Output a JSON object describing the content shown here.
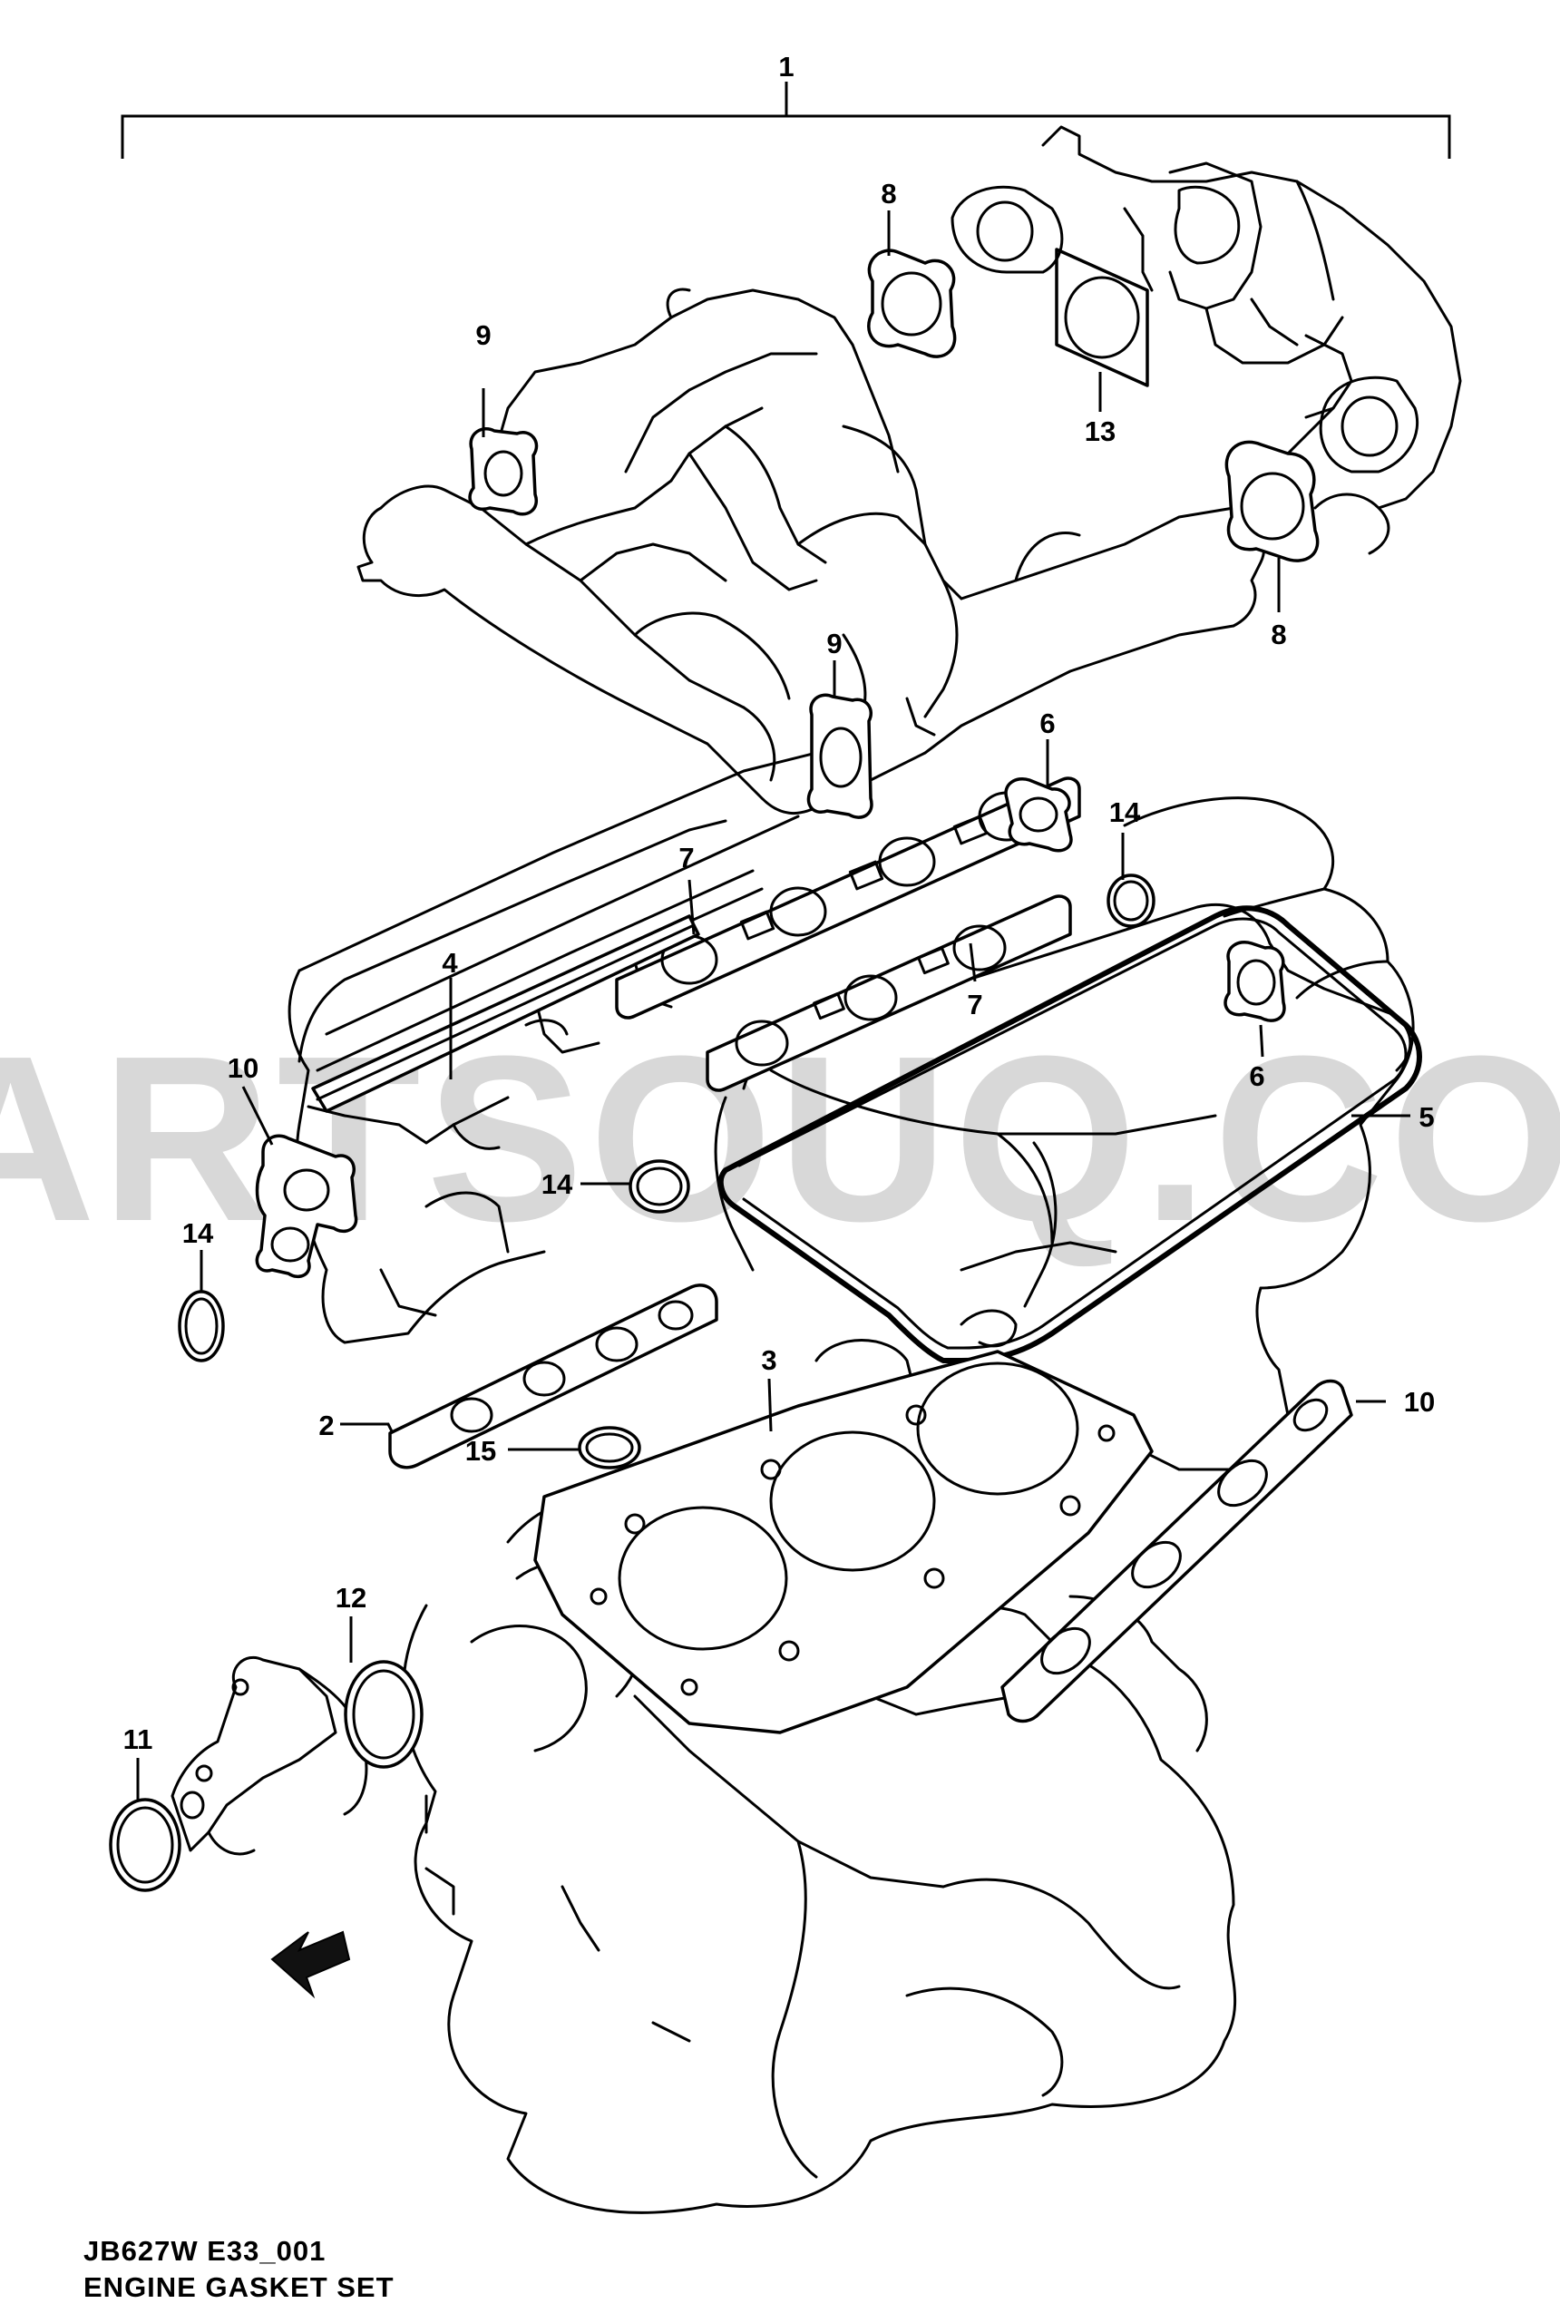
{
  "watermark": "PARTSOUQ.COM",
  "drawing_code": "JB627W E33_001",
  "title": "ENGINE GASKET SET",
  "callouts": [
    {
      "id": "c1",
      "label": "1"
    },
    {
      "id": "c8a",
      "label": "8"
    },
    {
      "id": "c9a",
      "label": "9"
    },
    {
      "id": "c13",
      "label": "13"
    },
    {
      "id": "c8b",
      "label": "8"
    },
    {
      "id": "c9b",
      "label": "9"
    },
    {
      "id": "c6a",
      "label": "6"
    },
    {
      "id": "c14a",
      "label": "14"
    },
    {
      "id": "c7a",
      "label": "7"
    },
    {
      "id": "c4",
      "label": "4"
    },
    {
      "id": "c7b",
      "label": "7"
    },
    {
      "id": "c10a",
      "label": "10"
    },
    {
      "id": "c6b",
      "label": "6"
    },
    {
      "id": "c5",
      "label": "5"
    },
    {
      "id": "c14b",
      "label": "14"
    },
    {
      "id": "c14c",
      "label": "14"
    },
    {
      "id": "c3",
      "label": "3"
    },
    {
      "id": "c10b",
      "label": "10"
    },
    {
      "id": "c2",
      "label": "2"
    },
    {
      "id": "c15",
      "label": "15"
    },
    {
      "id": "c12",
      "label": "12"
    },
    {
      "id": "c11",
      "label": "11"
    }
  ]
}
